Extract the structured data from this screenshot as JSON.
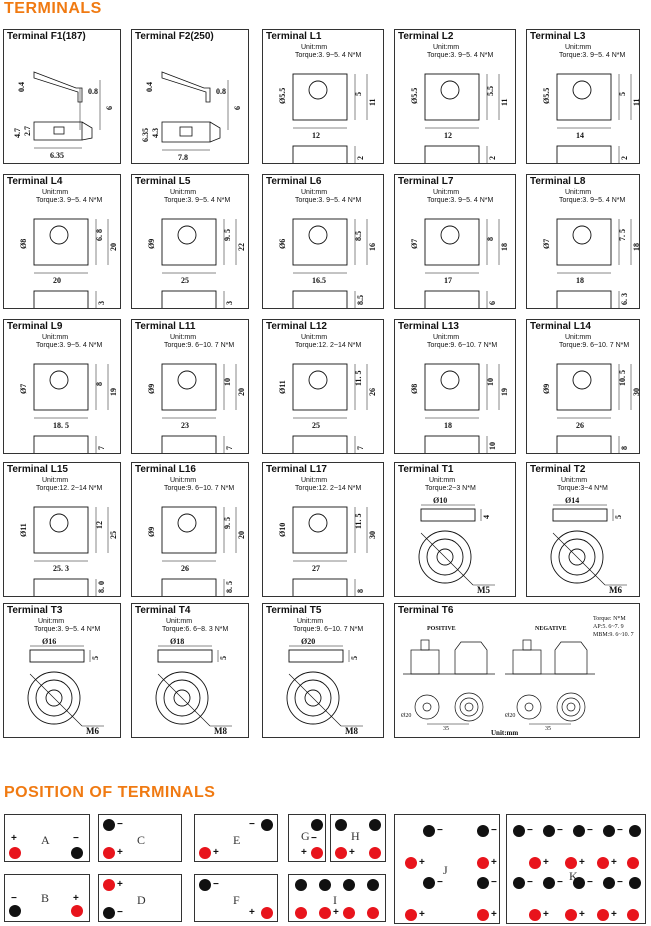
{
  "sections": {
    "terminals": "TERMINALS",
    "position": "POSITION  OF  TERMINALS"
  },
  "common": {
    "unit": "Unit:mm",
    "unit_t6": "Unit:mm"
  },
  "cards": {
    "F1": {
      "title": "Terminal F1(187)",
      "d1": "0.4",
      "d2": "0.8",
      "d3": "6",
      "d4": "4.7",
      "d5": "2.7",
      "d6": "6.35"
    },
    "F2": {
      "title": "Terminal F2(250)",
      "d1": "0.4",
      "d2": "0.8",
      "d3": "6",
      "d4": "6.35",
      "d5": "4.3",
      "d6": "7.8"
    },
    "L1": {
      "title": "Terminal L1",
      "torque": "Torque:3. 9~5. 4 N*M",
      "hole": "Ø5.5",
      "w": "12",
      "h": "11",
      "e": "5",
      "t": "2"
    },
    "L2": {
      "title": "Terminal L2",
      "torque": "Torque:3. 9~5. 4 N*M",
      "hole": "Ø5.5",
      "w": "12",
      "h": "11",
      "e": "5.5",
      "t": "2"
    },
    "L3": {
      "title": "Terminal L3",
      "torque": "Torque:3. 9~5. 4 N*M",
      "hole": "Ø5.5",
      "w": "14",
      "h": "11",
      "e": "5",
      "t": "2"
    },
    "L4": {
      "title": "Terminal L4",
      "torque": "Torque:3. 9~5. 4 N*M",
      "hole": "Ø8",
      "w": "20",
      "h": "20",
      "e": "6. 8",
      "t": "3"
    },
    "L5": {
      "title": "Terminal L5",
      "torque": "Torque:3. 9~5. 4 N*M",
      "hole": "Ø9",
      "w": "25",
      "h": "22",
      "e": "9. 5",
      "t": "3"
    },
    "L6": {
      "title": "Terminal L6",
      "torque": "Torque:3. 9~5. 4 N*M",
      "hole": "Ø6",
      "w": "16.5",
      "h": "16",
      "e": "8.5",
      "t": "8.5"
    },
    "L7": {
      "title": "Terminal L7",
      "torque": "Torque:3. 9~5. 4 N*M",
      "hole": "Ø7",
      "w": "17",
      "h": "18",
      "e": "8",
      "t": "6"
    },
    "L8": {
      "title": "Terminal L8",
      "torque": "Torque:3. 9~5. 4 N*M",
      "hole": "Ø7",
      "w": "18",
      "h": "18",
      "e": "7. 5",
      "t": "6. 3"
    },
    "L9": {
      "title": "Terminal L9",
      "torque": "Torque:3. 9~5. 4 N*M",
      "hole": "Ø7",
      "w": "18. 5",
      "h": "19",
      "e": "8",
      "t": "7"
    },
    "L11": {
      "title": "Terminal L11",
      "torque": "Torque:9. 6~10. 7 N*M",
      "hole": "Ø9",
      "w": "23",
      "h": "20",
      "e": "10",
      "t": "7"
    },
    "L12": {
      "title": "Terminal L12",
      "torque": "Torque:12. 2~14 N*M",
      "hole": "Ø11",
      "w": "25",
      "h": "26",
      "e": "11. 5",
      "t": "7"
    },
    "L13": {
      "title": "Terminal L13",
      "torque": "Torque:9. 6~10. 7 N*M",
      "hole": "Ø8",
      "w": "18",
      "h": "19",
      "e": "10",
      "t": "10"
    },
    "L14": {
      "title": "Terminal L14",
      "torque": "Torque:9. 6~10. 7 N*M",
      "hole": "Ø9",
      "w": "26",
      "h": "30",
      "e": "10. 5",
      "t": "8"
    },
    "L15": {
      "title": "Terminal L15",
      "torque": "Torque:12. 2~14 N*M",
      "hole": "Ø11",
      "w": "25. 3",
      "h": "25",
      "e": "12",
      "t": "8. 0"
    },
    "L16": {
      "title": "Terminal L16",
      "torque": "Torque:9. 6~10. 7 N*M",
      "hole": "Ø9",
      "w": "26",
      "h": "20",
      "e": "9. 5",
      "t": "8. 5"
    },
    "L17": {
      "title": "Terminal L17",
      "torque": "Torque:12. 2~14 N*M",
      "hole": "Ø10",
      "w": "27",
      "h": "30",
      "e": "11. 5",
      "t": "8"
    },
    "T1": {
      "title": "Terminal T1",
      "torque": "Torque:2~3 N*M",
      "dia": "Ø10",
      "h": "4",
      "bolt": "M5"
    },
    "T2": {
      "title": "Terminal T2",
      "torque": "Torque:3~4 N*M",
      "dia": "Ø14",
      "h": "5",
      "bolt": "M6"
    },
    "T3": {
      "title": "Terminal T3",
      "torque": "Torque:3. 9~5. 4 N*M",
      "dia": "Ø16",
      "h": "5",
      "bolt": "M6"
    },
    "T4": {
      "title": "Terminal T4",
      "torque": "Torque:6. 6~8. 3 N*M",
      "dia": "Ø18",
      "h": "5",
      "bolt": "M8"
    },
    "T5": {
      "title": "Terminal T5",
      "torque": "Torque:9. 6~10. 7 N*M",
      "dia": "Ø20",
      "h": "5",
      "bolt": "M8"
    },
    "T6": {
      "title": "Terminal T6",
      "pos": "POSITIVE",
      "neg": "NEGATIVE",
      "torque_head": "Torque: N*M",
      "ap": "AP:5. 6~7. 9",
      "mbm": "MBM:9. 6~10. 7",
      "d_pos": "Ø20",
      "d_neg": "Ø20",
      "w_pos": "35",
      "w_neg": "35"
    }
  },
  "positions": {
    "A": "A",
    "B": "B",
    "C": "C",
    "D": "D",
    "E": "E",
    "F": "F",
    "G": "G",
    "H": "H",
    "I": "I",
    "J": "J",
    "K": "K",
    "plus": "+",
    "minus": "−"
  },
  "colors": {
    "accent": "#f07a12",
    "positive": "#e8141c",
    "negative": "#111111"
  }
}
